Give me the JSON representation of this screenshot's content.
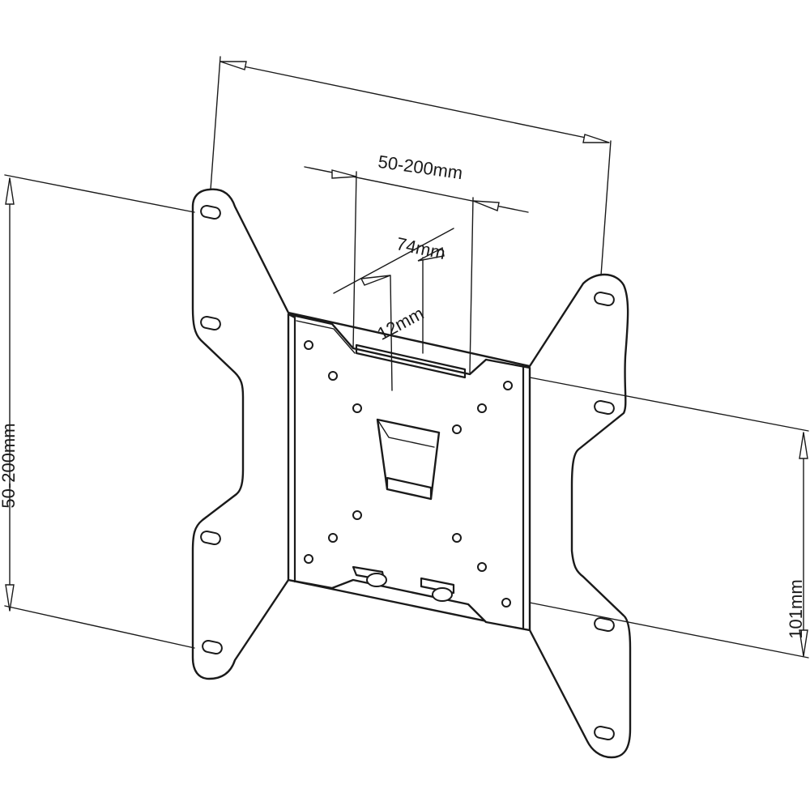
{
  "dimensions": {
    "top_width": "",
    "upper_width": "50-200mm",
    "slot_width": "74mm",
    "slot_depth": "12mm",
    "left_height": "50-200mm",
    "right_height": "101mm"
  }
}
